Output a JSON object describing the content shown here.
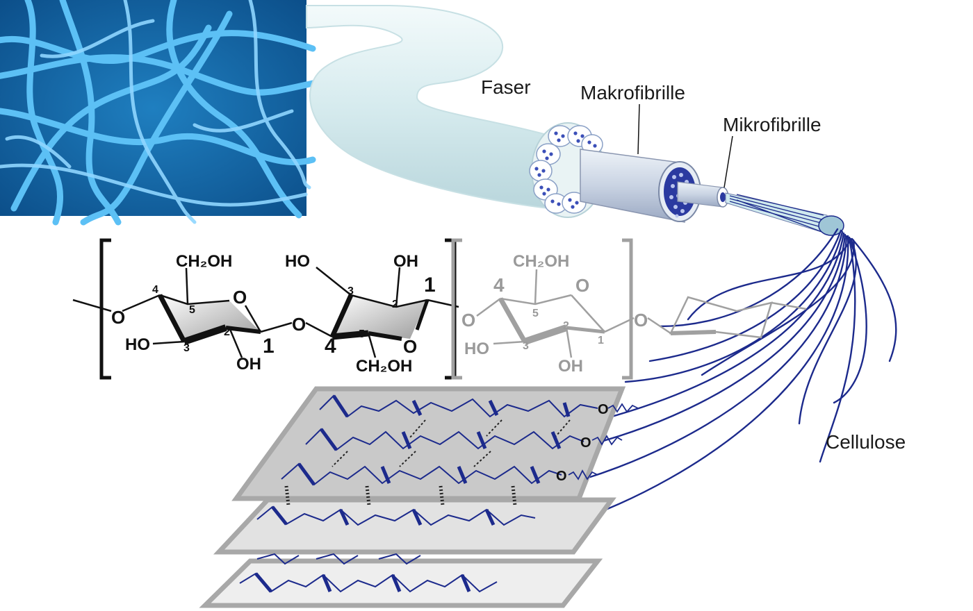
{
  "labels": {
    "faser": "Faser",
    "makrofibrille": "Makrofibrille",
    "mikrofibrille": "Mikrofibrille",
    "cellulose": "Cellulose"
  },
  "chem": {
    "ch2oh_top": "CH₂OH",
    "ch2oh_bottom": "CH₂OH",
    "ch2oh_gray": "CH₂OH",
    "ho_top": "HO",
    "oh_top": "OH",
    "ho_left": "HO",
    "oh_bottom": "OH",
    "ho_gray": "HO",
    "o_left": "O",
    "o_ring1": "O",
    "o_bridge": "O",
    "o_ring2": "O",
    "o_gray_left": "O",
    "o_gray_ring": "O",
    "o_gray_right": "O",
    "c1_ring1": "1",
    "c1_ring2": "1",
    "c4_ring2": "4",
    "c4_gray": "4",
    "n4": "4",
    "n5": "5",
    "n3": "3",
    "n2": "2",
    "n3b": "3",
    "n2b": "2",
    "n5b": "5",
    "g5": "5",
    "g2": "2",
    "g3": "3",
    "g1": "1",
    "sheet_o1": "O",
    "sheet_o2": "O",
    "sheet_o3": "O"
  },
  "colors": {
    "navy": "#1c2a8c",
    "sem_blue": "#2f95d6",
    "fiber_light": "#dff0f2",
    "gray_text": "#9a9a9a",
    "sheet_gray": "#c8c8c8"
  }
}
